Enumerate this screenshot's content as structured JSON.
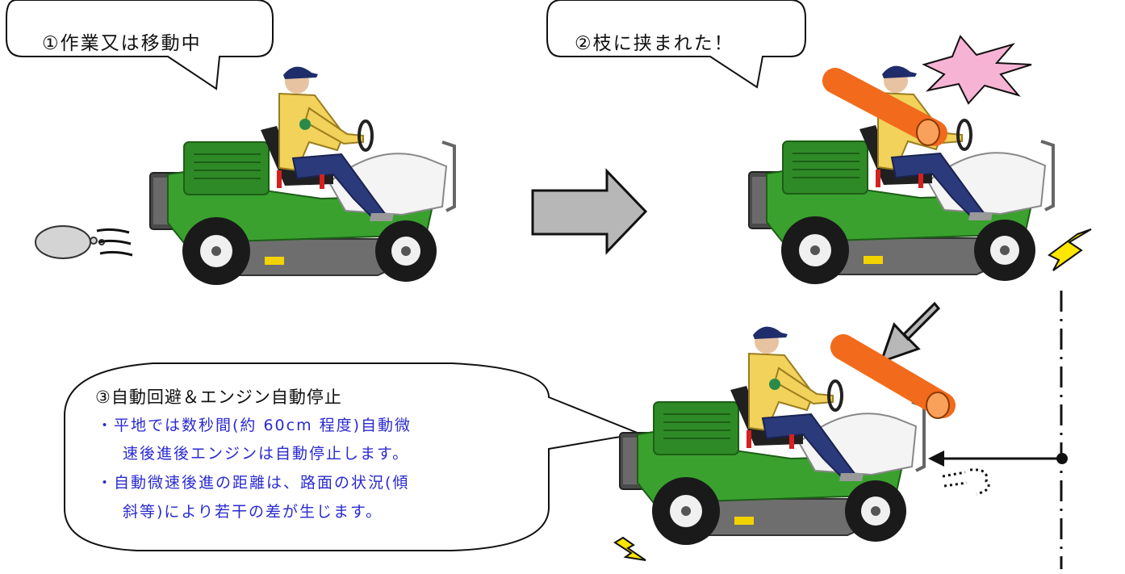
{
  "steps": {
    "step1": "①作業又は移動中",
    "step2": "②枝に挟まれた！",
    "step3_title": "③自動回避＆エンジン自動停止"
  },
  "notes": {
    "line1": "・平地では数秒間(約 60cm 程度)自動微",
    "line2": "速後進後エンジンは自動停止します。",
    "line3": "・自動微速後進の距離は、路面の状況(傾",
    "line4": "斜等)により若干の差が生じます。"
  },
  "colors": {
    "mower_green": "#3aa12f",
    "branch_orange": "#f26a1b",
    "arrow_gray": "#b7b7b7",
    "spark_yellow": "#ffe600",
    "burst_pink": "#f7b3d4",
    "note_blue": "#2a2ad0"
  }
}
